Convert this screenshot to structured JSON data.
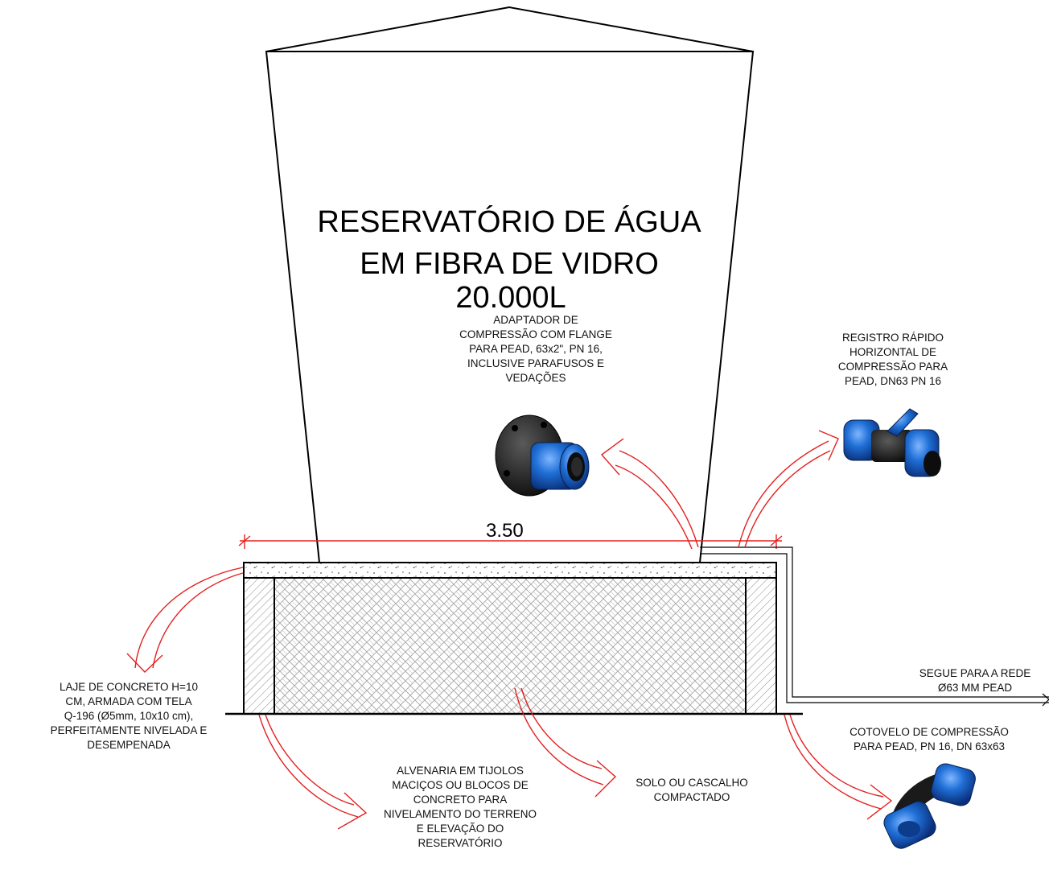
{
  "title": {
    "line1": "RESERVATÓRIO DE ÁGUA",
    "line2": "EM FIBRA DE VIDRO",
    "line3": "20.000L"
  },
  "dimension": "3.50",
  "labels": {
    "adapter": [
      "ADAPTADOR DE",
      "COMPRESSÃO COM FLANGE",
      "PARA PEAD, 63x2\", PN 16,",
      "INCLUSIVE PARAFUSOS E",
      "VEDAÇÕES"
    ],
    "valve": [
      "REGISTRO RÁPIDO",
      "HORIZONTAL DE",
      "COMPRESSÃO PARA",
      "PEAD, DN63 PN 16"
    ],
    "slab": [
      "LAJE DE CONCRETO H=10",
      "CM, ARMADA COM TELA",
      "Q-196 (Ø5mm, 10x10 cm),",
      "PERFEITAMENTE NIVELADA E",
      "DESEMPENADA"
    ],
    "masonry": [
      "ALVENARIA EM TIJOLOS",
      "MACIÇOS OU BLOCOS DE",
      "CONCRETO PARA",
      "NIVELAMENTO DO TERRENO",
      "E ELEVAÇÃO DO",
      "RESERVATÓRIO"
    ],
    "soil": [
      "SOLO OU CASCALHO",
      "COMPACTADO"
    ],
    "network": [
      "SEGUE PARA A REDE",
      "Ø63 MM PEAD"
    ],
    "elbow": [
      "COTOVELO DE COMPRESSÃO",
      "PARA PEAD, PN 16, DN 63x63"
    ]
  },
  "colors": {
    "line": "#000000",
    "dimension": "#e32020",
    "arrow": "#e32020",
    "fitting_blue": "#1f6fd6",
    "fitting_black": "#1a1a1a",
    "hatch": "#8a8a8a"
  },
  "icons": [
    "flange-adapter-icon",
    "ball-valve-icon",
    "elbow-fitting-icon"
  ]
}
